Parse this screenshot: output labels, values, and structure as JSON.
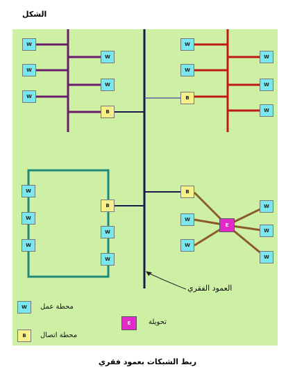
{
  "figure_label": "الشكل",
  "caption": "ربط الشبكات بعمود فقري",
  "backbone_label": "العمود الفقري",
  "node_letters": {
    "workstation": "W",
    "bridge": "B",
    "router": "E"
  },
  "legend": {
    "workstation": "محطة عمل",
    "bridge": "محطة اتصال",
    "router": "تحويلة"
  },
  "colors": {
    "background_panel": "#cdf0a4",
    "backbone": "#1a1a50",
    "network_top_left": "#6b1a6e",
    "network_top_right": "#c01818",
    "network_bottom_left": "#1b8a7a",
    "network_bottom_right": "#8a5a28",
    "workstation_fill": "#7ae6ee",
    "bridge_fill": "#f6f08a",
    "router_fill": "#e12ac9"
  }
}
